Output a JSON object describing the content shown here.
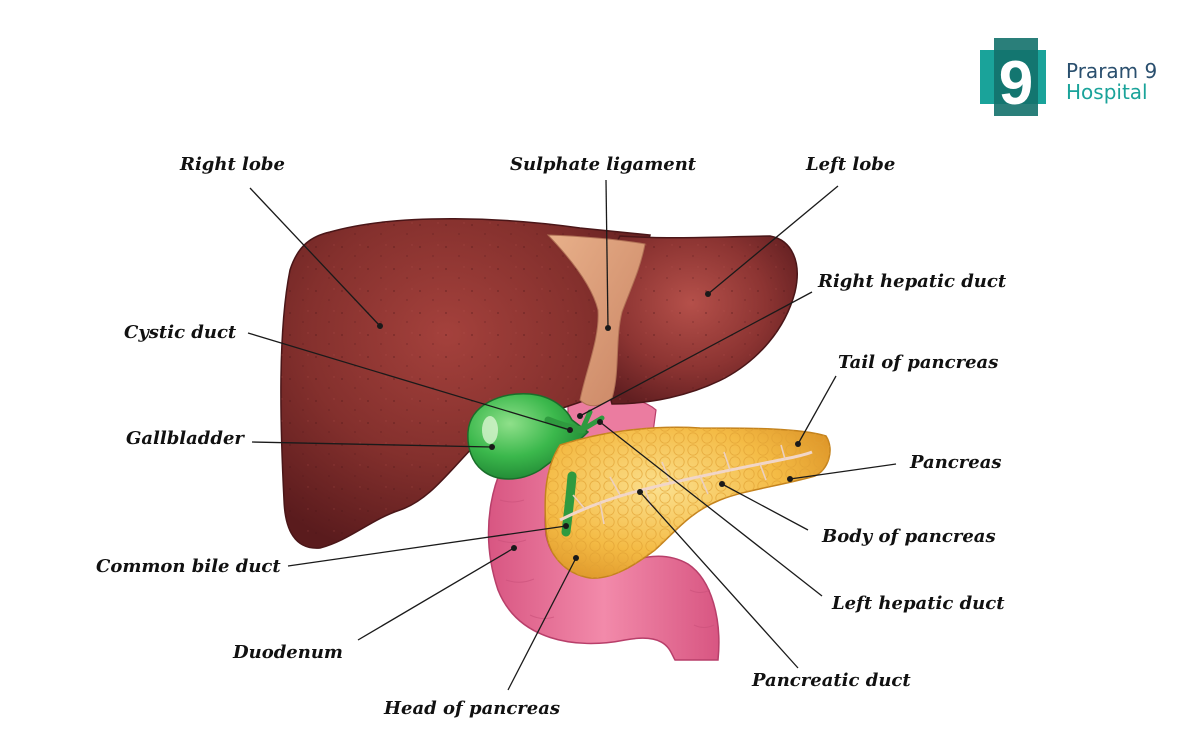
{
  "brand": {
    "logo_numeral": "9",
    "name_line1": "Praram 9",
    "name_line2": "Hospital",
    "colors": {
      "teal": "#1aa39a",
      "dark_teal": "#13716c",
      "navy": "#1c3a5c",
      "text": "#2a4f6e"
    }
  },
  "labels": {
    "right_lobe": "Right lobe",
    "sulphate_ligament": "Sulphate ligament",
    "left_lobe": "Left lobe",
    "right_hepatic_duct": "Right hepatic duct",
    "cystic_duct": "Cystic duct",
    "tail_of_pancreas": "Tail of  pancreas",
    "gallbladder": "Gallbladder",
    "pancreas": "Pancreas",
    "body_of_pancreas": "Body of  pancreas",
    "common_bile_duct": "Common bile duct",
    "left_hepatic_duct": "Left hepatic duct",
    "duodenum": "Duodenum",
    "pancreatic_duct": "Pancreatic duct",
    "head_of_pancreas": "Head of pancreas"
  },
  "organ_colors": {
    "liver": "#7a2a2a",
    "liver_highlight": "#a4413c",
    "ligament": "#e2a57f",
    "gallbladder": "#38b84c",
    "duodenum": "#ea6e96",
    "pancreas": "#f2b53a",
    "pancreas_highlight": "#f8d173"
  }
}
